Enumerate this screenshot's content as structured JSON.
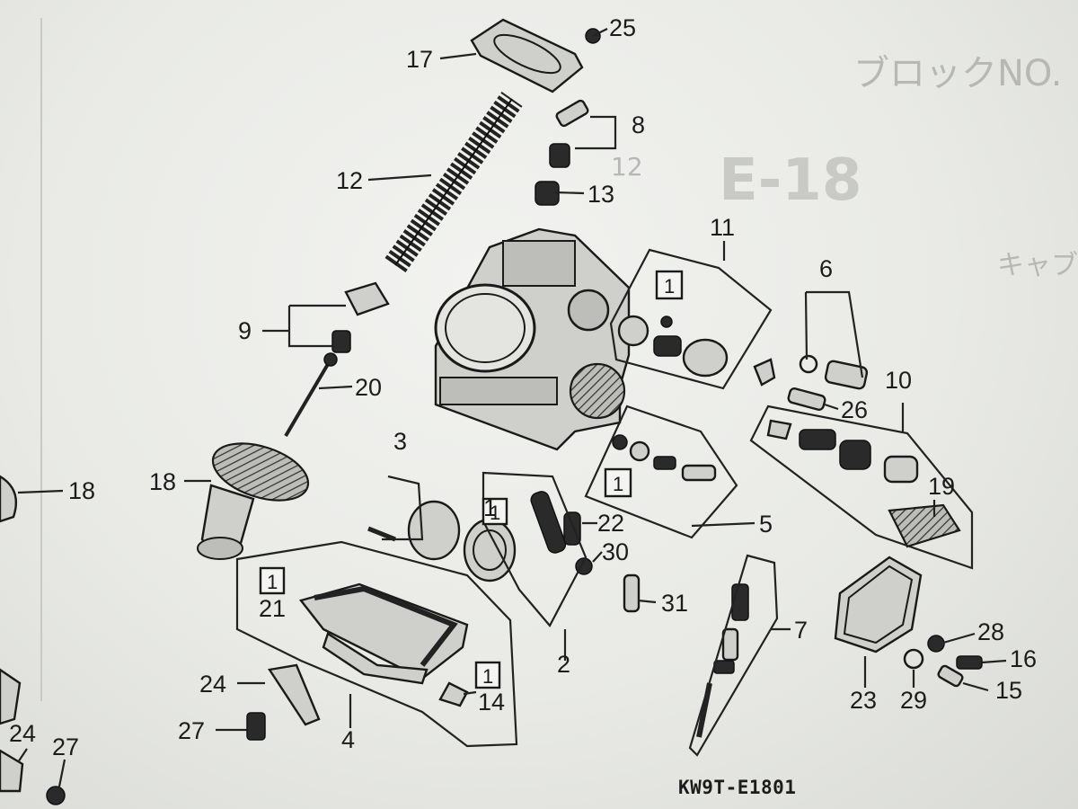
{
  "diagram": {
    "page_code": "E-18",
    "header_fragment": "ブロックNO.",
    "subtitle_fragment": "キャブレター(ASSY)",
    "figure_code": "KW9T-E1801",
    "ghost_number": "12",
    "qty_badge": "1",
    "callouts": [
      "25",
      "17",
      "8",
      "12",
      "13",
      "11",
      "6",
      "9",
      "20",
      "10",
      "26",
      "18",
      "18",
      "3",
      "19",
      "1",
      "22",
      "30",
      "5",
      "31",
      "21",
      "2",
      "7",
      "28",
      "24",
      "16",
      "14",
      "15",
      "4",
      "27",
      "23",
      "29",
      "24",
      "27"
    ]
  }
}
